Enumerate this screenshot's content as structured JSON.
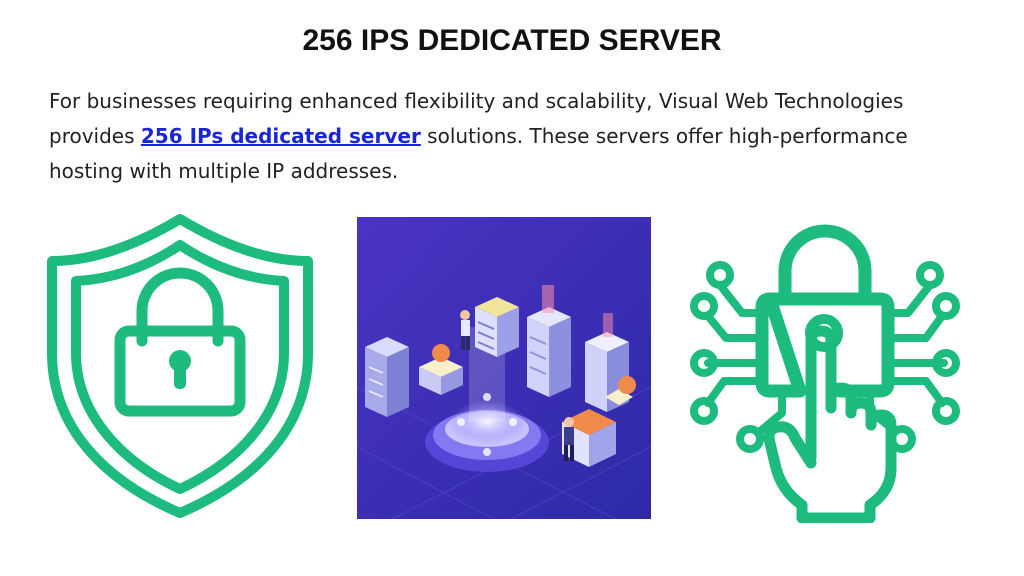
{
  "page": {
    "title": "256 IPS DEDICATED SERVER",
    "intro": {
      "before": "For businesses requiring enhanced flexibility and scalability, Visual Web Technologies provides ",
      "link": "256 IPs dedicated server",
      "after": " solutions. These servers offer high-performance hosting with multiple IP addresses."
    }
  },
  "colors": {
    "accent": "#1dbb7d",
    "link": "#1a25d6",
    "hero_bg": "#3b2fb8"
  },
  "icons": [
    "shield-lock-icon",
    "server-isometric-illustration",
    "digital-lock-touch-icon"
  ]
}
